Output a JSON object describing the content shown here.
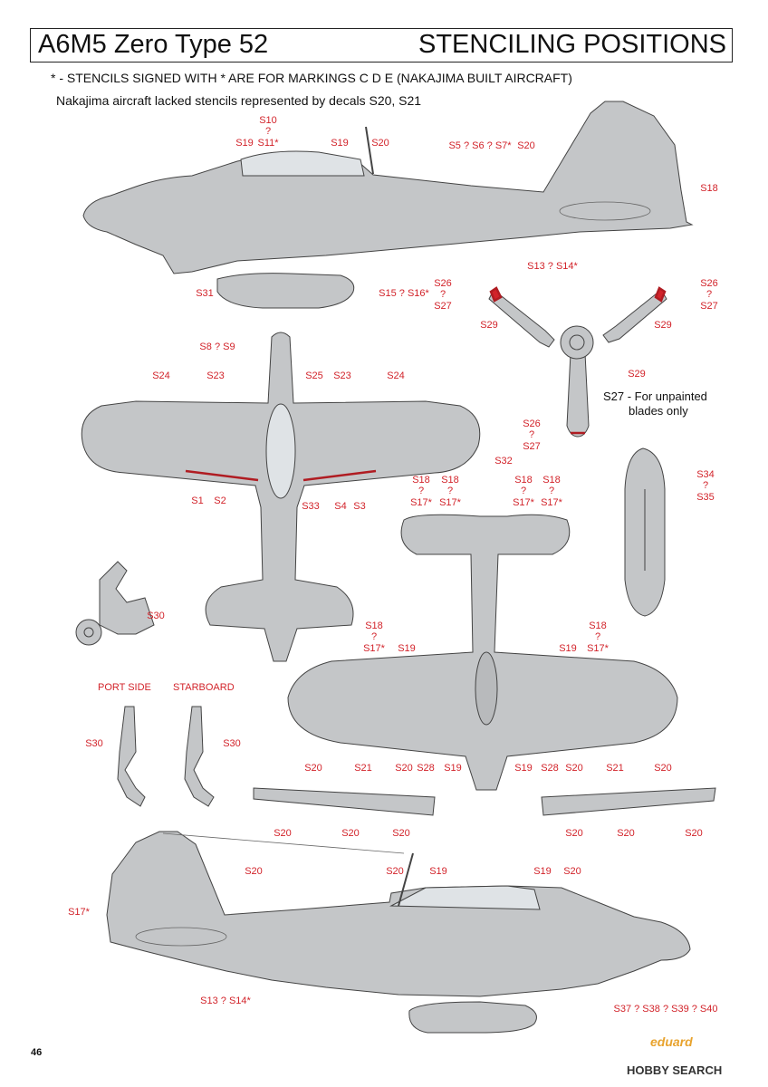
{
  "header": {
    "model": "A6M5 Zero Type 52",
    "section": "STENCILING POSITIONS"
  },
  "notes": {
    "asterisk": "* - STENCILS SIGNED WITH * ARE FOR MARKINGS C D E (NAKAJIMA BUILT AIRCRAFT)",
    "nakajima": "Nakajima aircraft lacked stencils represented by decals S20, S21",
    "s27_line1": "S27 - For unpainted",
    "s27_line2": "blades only"
  },
  "views": {
    "port": "PORT SIDE",
    "starboard": "STARBOARD"
  },
  "labels": {
    "l1": "S10",
    "l2": "?",
    "l3": "S19",
    "l4": "S11*",
    "l5": "S19",
    "l6": "S20",
    "l7": "S5 ? S6 ? S7*",
    "l8": "S20",
    "l9": "S18",
    "l10": "S13 ? S14*",
    "l11": "S31",
    "l12": "S15 ? S16*",
    "l13": "S26",
    "l14": "?",
    "l15": "S27",
    "l16": "S26",
    "l17": "?",
    "l18": "S27",
    "l19": "S29",
    "l20": "S29",
    "l21": "S29",
    "l22": "S26",
    "l23": "?",
    "l24": "S27",
    "l25": "S8 ? S9",
    "l26": "S24",
    "l27": "S23",
    "l28": "S25",
    "l29": "S23",
    "l30": "S24",
    "l31": "S1",
    "l32": "S2",
    "l33": "S33",
    "l34": "S4",
    "l35": "S3",
    "l36": "S32",
    "l37": "S18",
    "l38": "?",
    "l39": "S17*",
    "l40": "S18",
    "l41": "?",
    "l42": "S17*",
    "l43": "S18",
    "l44": "?",
    "l45": "S17*",
    "l46": "S18",
    "l47": "?",
    "l48": "S17*",
    "l49": "S34",
    "l50": "?",
    "l51": "S35",
    "l52": "S30",
    "l53": "S18",
    "l54": "?",
    "l55": "S17*",
    "l56": "S19",
    "l57": "S19",
    "l58": "S18",
    "l59": "?",
    "l60": "S17*",
    "l61": "S30",
    "l62": "S30",
    "l63": "S20",
    "l64": "S21",
    "l65": "S20",
    "l66": "S28",
    "l67": "S19",
    "l68": "S19",
    "l69": "S28",
    "l70": "S20",
    "l71": "S21",
    "l72": "S20",
    "l73": "S20",
    "l74": "S20",
    "l75": "S20",
    "l76": "S20",
    "l77": "S20",
    "l78": "S20",
    "l79": "S20",
    "l80": "S20",
    "l81": "S19",
    "l82": "S19",
    "l83": "S20",
    "l84": "S17*",
    "l85": "S13 ? S14*",
    "l86": "S37 ? S38 ? S39 ? S40"
  },
  "footer": {
    "page_number": "46",
    "brand": "eduard",
    "watermark": "HOBBY SEARCH"
  },
  "colors": {
    "label_red": "#d2232a",
    "aircraft_grey": "#c4c6c8",
    "outline": "#444444"
  }
}
